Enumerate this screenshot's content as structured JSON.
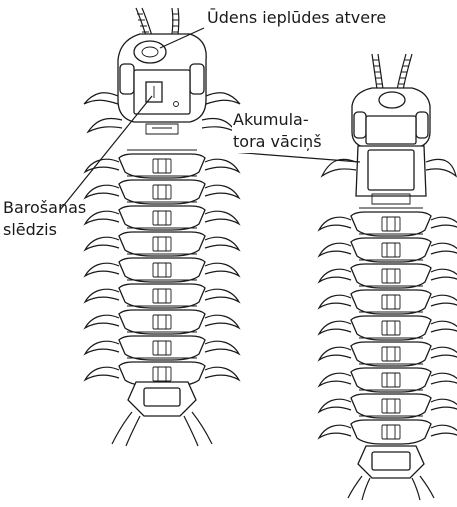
{
  "labels": {
    "inlet": "Ūdens ieplūdes atvere",
    "cover_line1": "Akumula-",
    "cover_line2": "tora vāciņš",
    "switch_line1": "Barošanas",
    "switch_line2": "slēdzis"
  },
  "colors": {
    "line": "#1a1a1a",
    "background": "#ffffff"
  }
}
